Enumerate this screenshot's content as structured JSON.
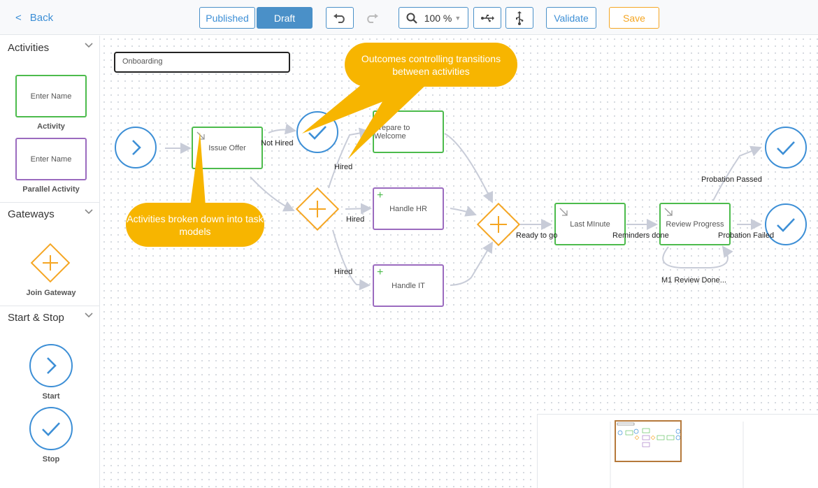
{
  "toolbar": {
    "back_label": "Back",
    "published_label": "Published",
    "draft_label": "Draft",
    "zoom_value": "100 %",
    "validate_label": "Validate",
    "save_label": "Save",
    "accent_color": "#4a90c8",
    "save_color": "#f5a623"
  },
  "sidebar": {
    "sections": [
      {
        "title": "Activities",
        "items": [
          {
            "box_text": "Enter Name",
            "label": "Activity"
          },
          {
            "box_text": "Enter Name",
            "label": "Parallel Activity"
          }
        ]
      },
      {
        "title": "Gateways",
        "items": [
          {
            "label": "Join Gateway"
          }
        ]
      },
      {
        "title": "Start & Stop",
        "items": [
          {
            "label": "Start"
          },
          {
            "label": "Stop"
          }
        ]
      }
    ]
  },
  "canvas": {
    "workflow_name": "Onboarding",
    "nodes": {
      "issue_offer": "Issue Offer",
      "prepare_welcome": "Prepare to Welcome",
      "handle_hr": "Handle HR",
      "handle_it": "Handle IT",
      "last_minute": "Last MInute",
      "review_progress": "Review Progress"
    },
    "edge_labels": {
      "not_hired": "Not Hired",
      "hired_1": "Hired",
      "hired_2": "Hired",
      "hired_3": "Hired",
      "ready_to_go": "Ready to go",
      "reminders_done": "Reminders done",
      "probation_passed": "Probation Passed",
      "probation_failed": "Probation Failed",
      "m1_review_done": "M1 Review Done..."
    },
    "callouts": {
      "outcomes": "Outcomes controlling transitions between activities",
      "activities": "Activities broken down into task models"
    },
    "colors": {
      "activity": "#4cbb4c",
      "parallel": "#9b6bbf",
      "gateway": "#f5a623",
      "event": "#3d8fd6",
      "callout": "#f7b500"
    }
  }
}
